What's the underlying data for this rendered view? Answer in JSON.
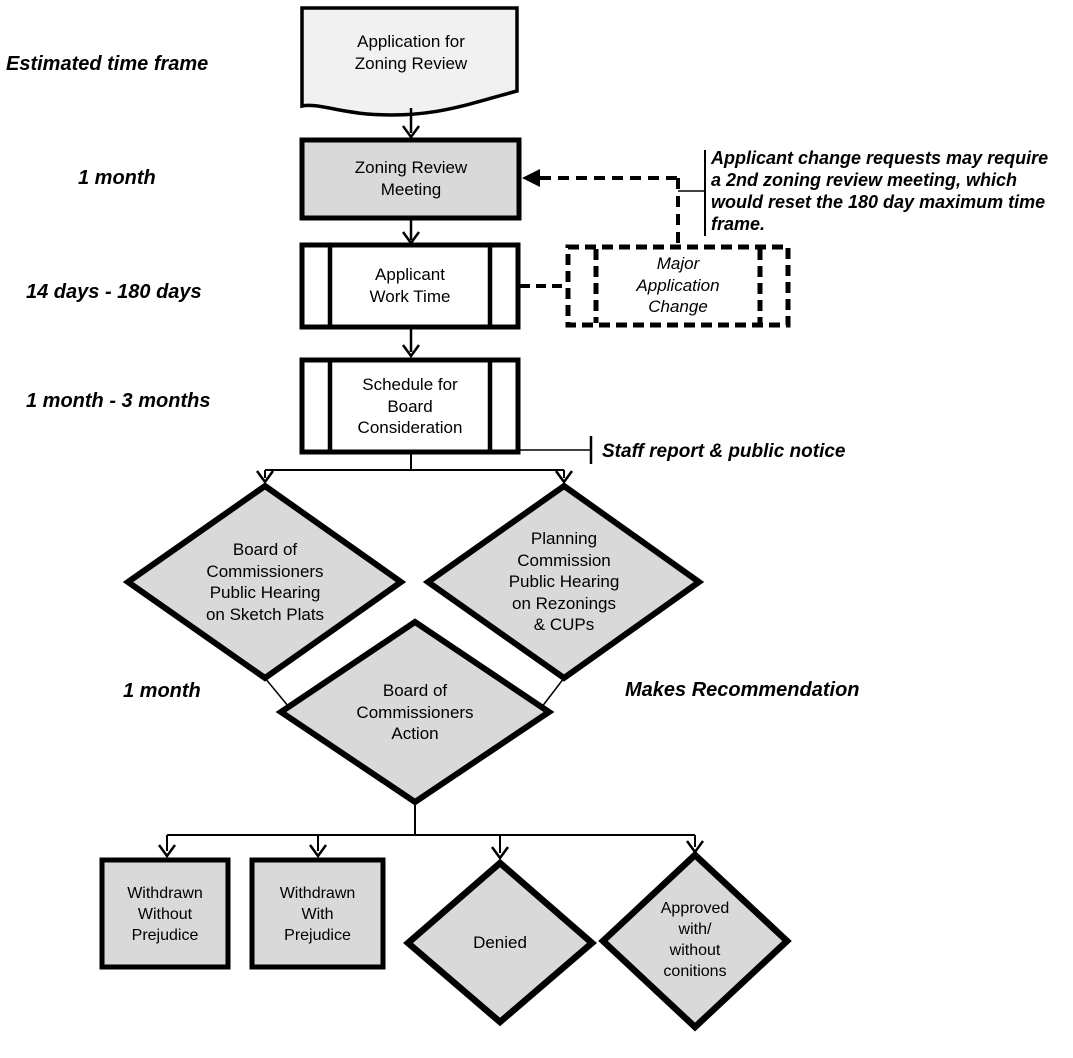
{
  "colors": {
    "node_fill": "#d9d9d9",
    "document_fill": "#f1f1f1",
    "stroke": "#000000",
    "background": "#ffffff"
  },
  "annotations": {
    "estimated_time_frame": "Estimated time frame",
    "time_zoning_review": "1 month",
    "time_applicant_work": "14 days - 180 days",
    "time_schedule": "1 month - 3 months",
    "time_hearings": "1 month",
    "makes_recommendation": "Makes Recommendation",
    "staff_report": "Staff report & public notice",
    "change_note": "Applicant change requests may require\na 2nd zoning review meeting, which\nwould reset the 180 day maximum time\nframe."
  },
  "nodes": {
    "application": "Application for\nZoning Review",
    "zoning_review_meeting": "Zoning Review\nMeeting",
    "applicant_work_time": "Applicant\nWork Time",
    "major_application_change": "Major\nApplication\nChange",
    "schedule_board": "Schedule for\nBoard\nConsideration",
    "boc_public_hearing": "Board of\nCommissioners\nPublic Hearing\non Sketch Plats",
    "pc_public_hearing": "Planning\nCommission\nPublic Hearing\non Rezonings\n& CUPs",
    "boc_action": "Board of\nCommissioners\nAction",
    "withdrawn_without": "Withdrawn\nWithout\nPrejudice",
    "withdrawn_with": "Withdrawn\nWith\nPrejudice",
    "denied": "Denied",
    "approved": "Approved\nwith/\nwithout\nconitions"
  }
}
